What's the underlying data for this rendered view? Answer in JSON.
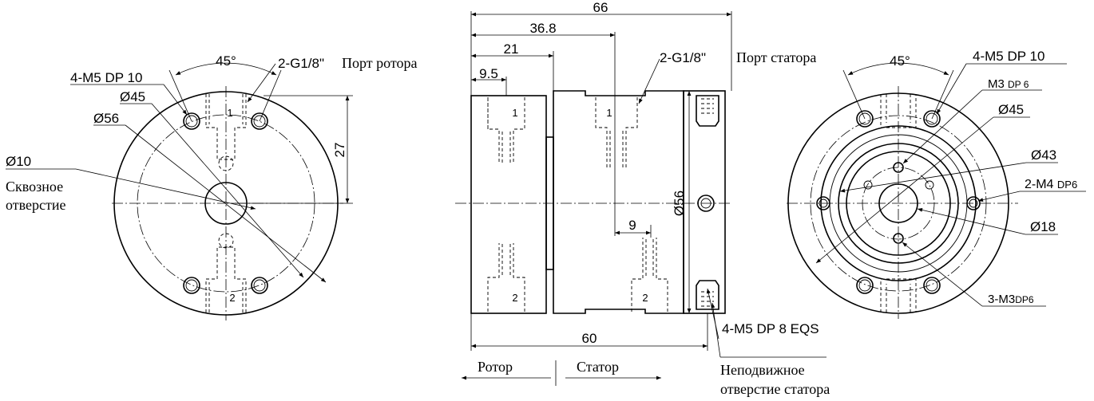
{
  "left_view": {
    "angle": "45°",
    "port": "2-G1/8\"",
    "port_name": "Порт ротора",
    "thread": "4-M5 DP 10",
    "d45": "Ø45",
    "d56": "Ø56",
    "d10": "Ø10",
    "through_1": "Сквозное",
    "through_2": "отверстие",
    "dim27": "27",
    "mark1": "1",
    "mark2": "2"
  },
  "middle_view": {
    "d66": "66",
    "d36_8": "36.8",
    "d21": "21",
    "d9_5": "9.5",
    "port": "2-G1/8\"",
    "port_name": "Порт статора",
    "d56": "Ø56",
    "d9": "9",
    "d60": "60",
    "thread_eqs": "4-M5 DP 8 EQS",
    "rotor": "Ротор",
    "stator": "Статор",
    "fixed_1": "Неподвижное",
    "fixed_2": "отверстие статора",
    "mark1": "1",
    "mark2": "2"
  },
  "right_view": {
    "angle": "45°",
    "thread": "4-M5 DP 10",
    "m3": "M3",
    "m3_dp": "DP 6",
    "d45": "Ø45",
    "d43": "Ø43",
    "m4": "2-M4",
    "m4_dp": "DP6",
    "d18": "Ø18",
    "m3b": "3-M3",
    "m3b_dp": "DP6"
  }
}
